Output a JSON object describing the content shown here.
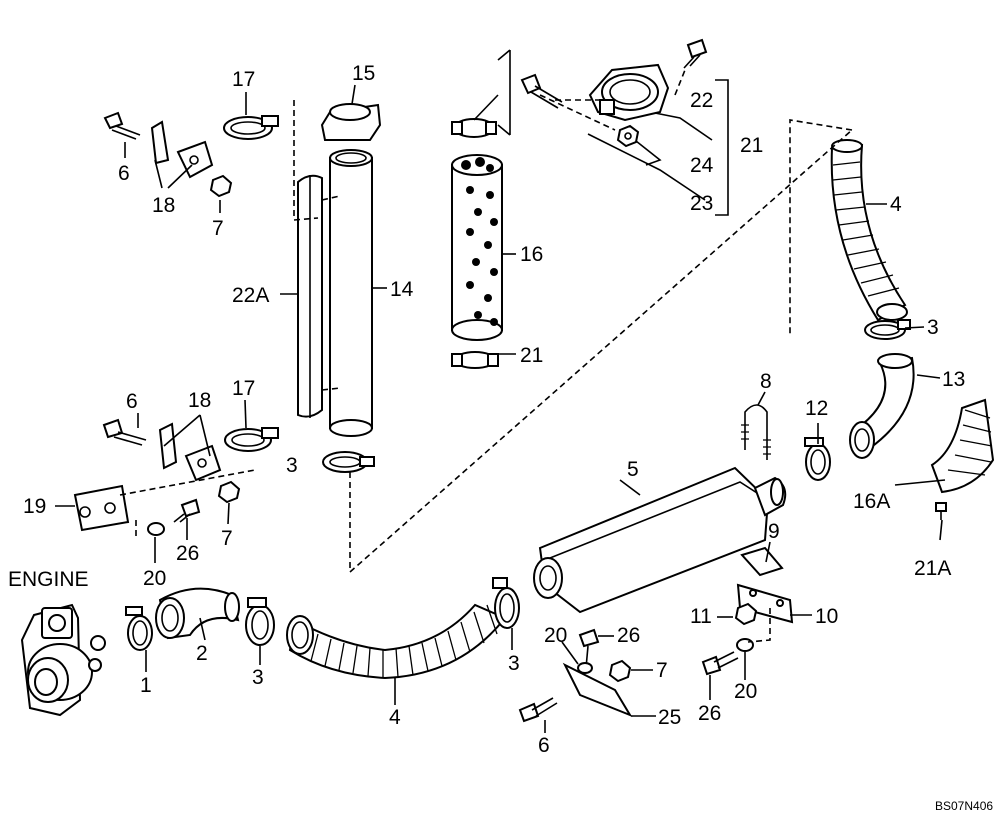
{
  "labels": {
    "engine": "ENGINE",
    "p1": "1",
    "p2": "2",
    "p3a": "3",
    "p3b": "3",
    "p3c": "3",
    "p3d": "3",
    "p4a": "4",
    "p4b": "4",
    "p5": "5",
    "p6a": "6",
    "p6b": "6",
    "p6c": "6",
    "p7a": "7",
    "p7b": "7",
    "p7c": "7",
    "p8": "8",
    "p9": "9",
    "p10": "10",
    "p11": "11",
    "p12": "12",
    "p13": "13",
    "p14": "14",
    "p15": "15",
    "p16": "16",
    "p16A": "16A",
    "p17a": "17",
    "p17b": "17",
    "p18a": "18",
    "p18b": "18",
    "p19": "19",
    "p20a": "20",
    "p20b": "20",
    "p20c": "20",
    "p21a": "21",
    "p21b": "21",
    "p21A": "21A",
    "p22": "22",
    "p22A": "22A",
    "p23": "23",
    "p24": "24",
    "p25": "25",
    "p26a": "26",
    "p26b": "26",
    "p26c": "26"
  },
  "drawing_code": "BS07N406"
}
